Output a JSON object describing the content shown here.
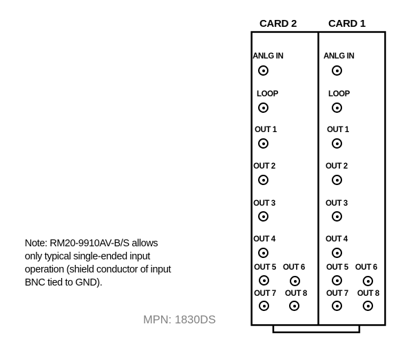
{
  "header": {
    "card2": "CARD 2",
    "card1": "CARD 1"
  },
  "card2": {
    "anlg_in": "ANLG IN",
    "loop": "LOOP",
    "out1": "OUT 1",
    "out2": "OUT 2",
    "out3": "OUT 3",
    "out4": "OUT 4",
    "out5": "OUT 5",
    "out6": "OUT 6",
    "out7": "OUT 7",
    "out8": "OUT 8"
  },
  "card1": {
    "anlg_in": "ANLG IN",
    "loop": "LOOP",
    "out1": "OUT 1",
    "out2": "OUT 2",
    "out3": "OUT 3",
    "out4": "OUT 4",
    "out5": "OUT 5",
    "out6": "OUT 6",
    "out7": "OUT 7",
    "out8": "OUT 8"
  },
  "note": {
    "lines": [
      "Note: RM20-9910AV-B/S allows",
      "only typical single-ended input",
      "operation (shield conductor of input",
      "BNC tied to GND)."
    ]
  },
  "mpn": "MPN: 1830DS"
}
